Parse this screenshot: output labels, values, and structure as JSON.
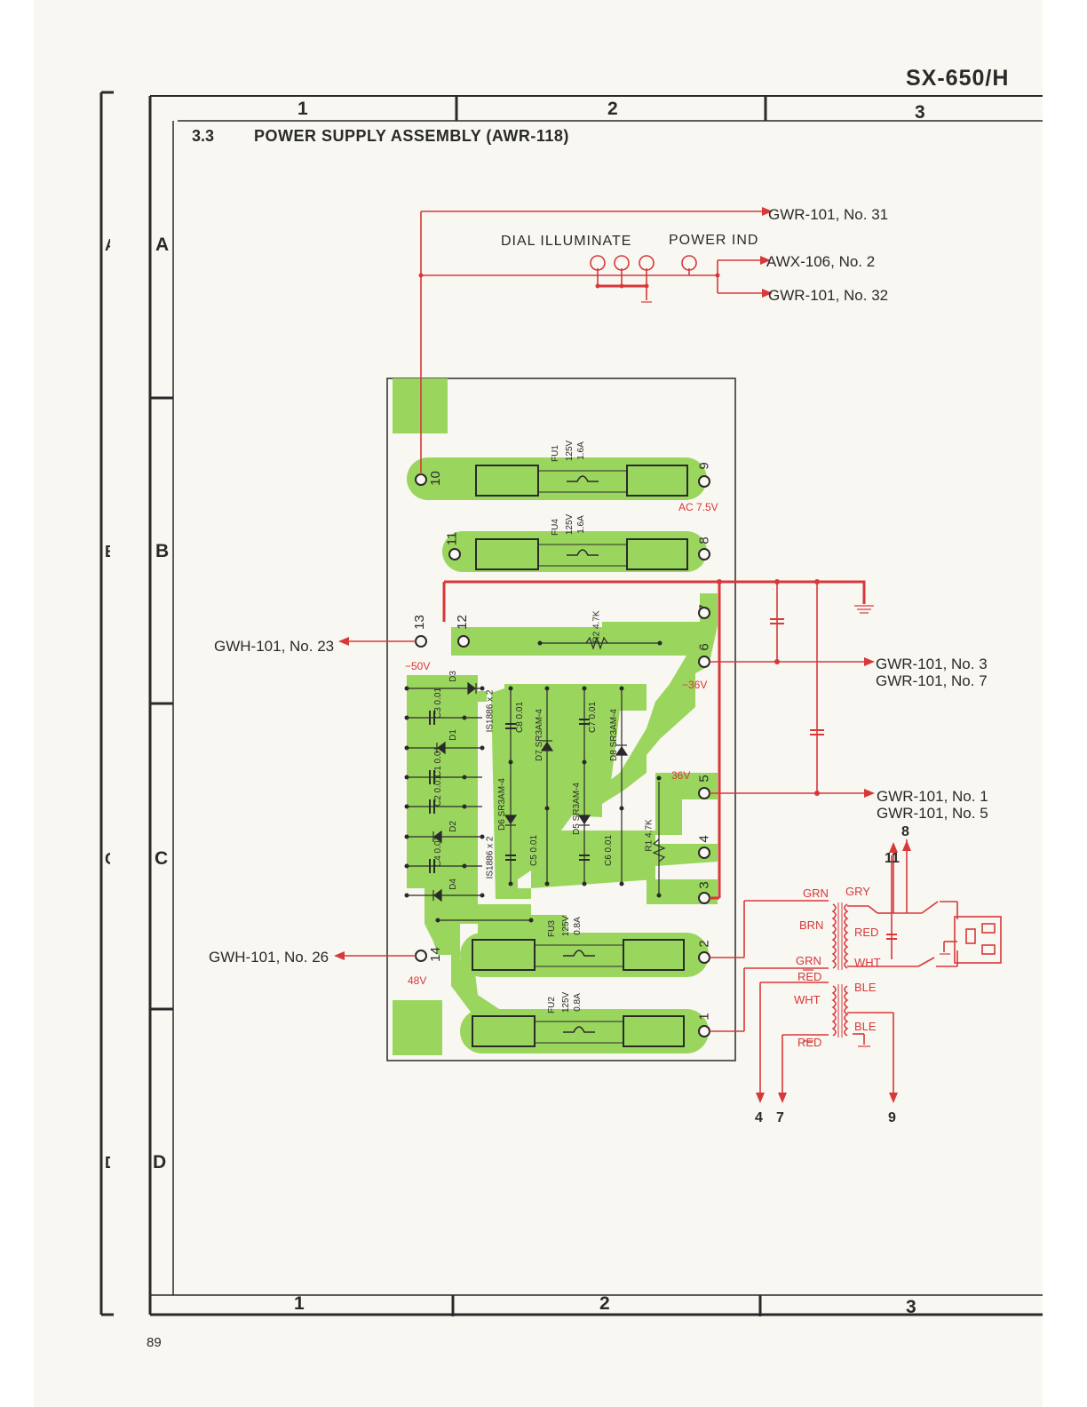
{
  "header": {
    "model": "SX-650/H"
  },
  "section": {
    "number": "3.3",
    "title": "POWER SUPPLY ASSEMBLY (AWR-118)"
  },
  "grid": {
    "columns": [
      "1",
      "2",
      "3"
    ],
    "rows": [
      "A",
      "B",
      "C",
      "D"
    ],
    "left_margin_letters": [
      "A",
      "B",
      "C",
      "D"
    ]
  },
  "labels": {
    "dial_illuminate": "DIAL ILLUMINATE",
    "power_ind": "POWER IND"
  },
  "connections": {
    "gwr31": "GWR-101, No. 31",
    "awx2": "AWX-106, No. 2",
    "gwr32": "GWR-101, No. 32",
    "gwh23": "GWH-101, No. 23",
    "gwr3": "GWR-101, No. 3",
    "gwr7": "GWR-101, No. 7",
    "gwr1": "GWR-101, No. 1",
    "gwr5": "GWR-101, No. 5",
    "gwh26": "GWH-101, No. 26"
  },
  "voltages": {
    "ac75": "AC 7.5V",
    "m36": "−36V",
    "m50": "−50V",
    "p36": "36V",
    "p48": "48V"
  },
  "terminals": [
    "10",
    "9",
    "11",
    "8",
    "13",
    "12",
    "7",
    "6",
    "5",
    "4",
    "3",
    "14",
    "2",
    "1"
  ],
  "fuses": [
    {
      "ref": "FU1",
      "rating": "125V",
      "current": "1.6A"
    },
    {
      "ref": "FU4",
      "rating": "125V",
      "current": "1.6A"
    },
    {
      "ref": "FU3",
      "rating": "125V",
      "current": "0.8A"
    },
    {
      "ref": "FU2",
      "rating": "125V",
      "current": "0.8A"
    }
  ],
  "components": {
    "r2": "R2 4.7K",
    "r1": "R1 4.7K",
    "d3": "D3",
    "c3": "C3 0.01",
    "d1": "D1",
    "c1": "C1 0.01",
    "c2": "C2 0.01",
    "d2": "D2",
    "c4": "C4 0.01",
    "d4": "D4",
    "is1886_top": "IS1886 x 2",
    "is1886_bot": "IS1886 x 2",
    "c8": "C8 0.01",
    "d7": "D7 SR3AM-4",
    "c7": "C7 0.01",
    "d8": "D8 SR3AM-4",
    "d6": "D6 SR3AM-4",
    "d5": "D5 SR3AM-4",
    "c5": "C5 0.01",
    "c6": "C6 0.01"
  },
  "transformer": {
    "grn1": "GRN",
    "gry": "GRY",
    "brn": "BRN",
    "red1": "RED",
    "grn2": "GRN",
    "wht1": "WHT",
    "red2": "RED",
    "ble1": "BLE",
    "wht2": "WHT",
    "ble2": "BLE",
    "red3": "RED"
  },
  "outputs": [
    "8",
    "11",
    "4",
    "7",
    "9"
  ],
  "page_number": "89",
  "colors": {
    "trace": "#9ad65e",
    "wire": "#d8383a",
    "ink": "#2a2a2a",
    "paper": "#f8f7f1"
  }
}
